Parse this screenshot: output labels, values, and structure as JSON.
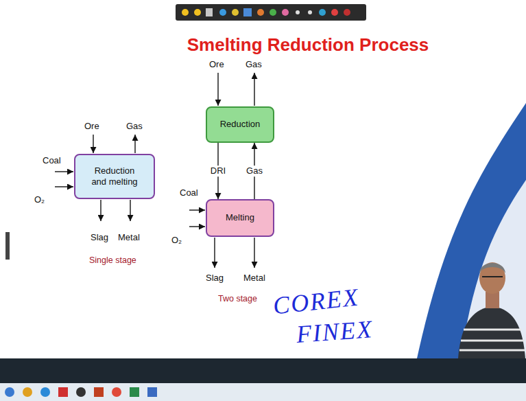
{
  "diagram": {
    "title": "Smelting Reduction Process",
    "nodes": [
      {
        "text": [
          "Reduction and melting"
        ]
      },
      {
        "text": [
          "Reduction"
        ]
      },
      {
        "text": [
          "Melting"
        ]
      }
    ],
    "edges": [
      {
        "from": 1,
        "to": 2,
        "arrow": "to",
        "label": "DRI"
      },
      {
        "from": 2,
        "to": 1,
        "arrow": "to",
        "label": "Gas"
      }
    ],
    "labels": [
      "Ore",
      "Gas",
      "Coal",
      "O₂",
      "Slag",
      "Metal",
      "Single stage",
      "Ore",
      "Gas",
      "Coal",
      "O₂",
      "Slag",
      "Metal",
      "Two stage",
      "COREX",
      "FINEX"
    ]
  }
}
